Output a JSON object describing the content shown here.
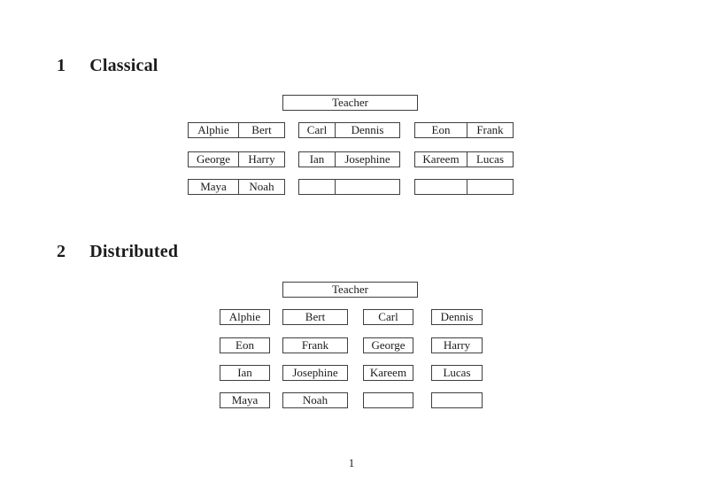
{
  "document": {
    "page_number": "1"
  },
  "classical": {
    "section_number": "1",
    "section_title": "Classical",
    "teacher_label": "Teacher",
    "groups": [
      [
        [
          "Alphie",
          "Bert"
        ],
        [
          "George",
          "Harry"
        ],
        [
          "Maya",
          "Noah"
        ]
      ],
      [
        [
          "Carl",
          "Dennis"
        ],
        [
          "Ian",
          "Josephine"
        ],
        [
          "",
          ""
        ]
      ],
      [
        [
          "Eon",
          "Frank"
        ],
        [
          "Kareem",
          "Lucas"
        ],
        [
          "",
          ""
        ]
      ]
    ]
  },
  "distributed": {
    "section_number": "2",
    "section_title": "Distributed",
    "teacher_label": "Teacher",
    "rows": [
      [
        "Alphie",
        "Bert",
        "Carl",
        "Dennis"
      ],
      [
        "Eon",
        "Frank",
        "George",
        "Harry"
      ],
      [
        "Ian",
        "Josephine",
        "Kareem",
        "Lucas"
      ],
      [
        "Maya",
        "Noah",
        "",
        ""
      ]
    ]
  },
  "colors": {
    "background": "#ffffff",
    "text": "#1b1b1b",
    "border": "#3f3f3f"
  }
}
